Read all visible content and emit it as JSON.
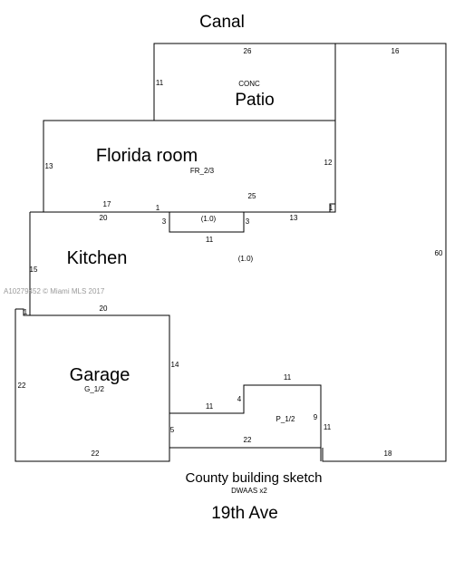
{
  "streets": {
    "top": "Canal",
    "bottom": "19th Ave"
  },
  "caption": {
    "title": "County building sketch",
    "subtitle": "DWAAS x2"
  },
  "watermark": "A10279452 © Miami MLS 2017",
  "rooms": {
    "patio": {
      "label": "Patio",
      "code": "CONC"
    },
    "florida_room": {
      "label": "Florida room",
      "code": "FR_2/3"
    },
    "kitchen": {
      "label": "Kitchen",
      "code": "(1.0)"
    },
    "garage": {
      "label": "Garage",
      "code": "G_1/2"
    },
    "porch": {
      "code": "P_1/2"
    },
    "bump": {
      "code": "(1.0)"
    }
  },
  "dimensions": {
    "patio_top": "26",
    "patio_left": "11",
    "right_top": "16",
    "right_side": "60",
    "right_bottom": "18",
    "fl_left": "13",
    "fl_right": "12",
    "fl_bottom_left": "17",
    "fl_bottom_right": "25",
    "step_1a": "1",
    "step_1b": "1",
    "kit_top": "20",
    "bump_left": "3",
    "bump_right": "3",
    "bump_bottom": "11",
    "kit_top_right": "13",
    "kit_left": "15",
    "kit_notch": "1",
    "garage_top": "20",
    "garage_left": "22",
    "garage_right": "14",
    "garage_bottom": "22",
    "mid_11": "11",
    "mid_4": "4",
    "porch_top": "11",
    "porch_9": "9",
    "porch_11": "11",
    "sep_5": "5",
    "bottom_22": "22"
  }
}
